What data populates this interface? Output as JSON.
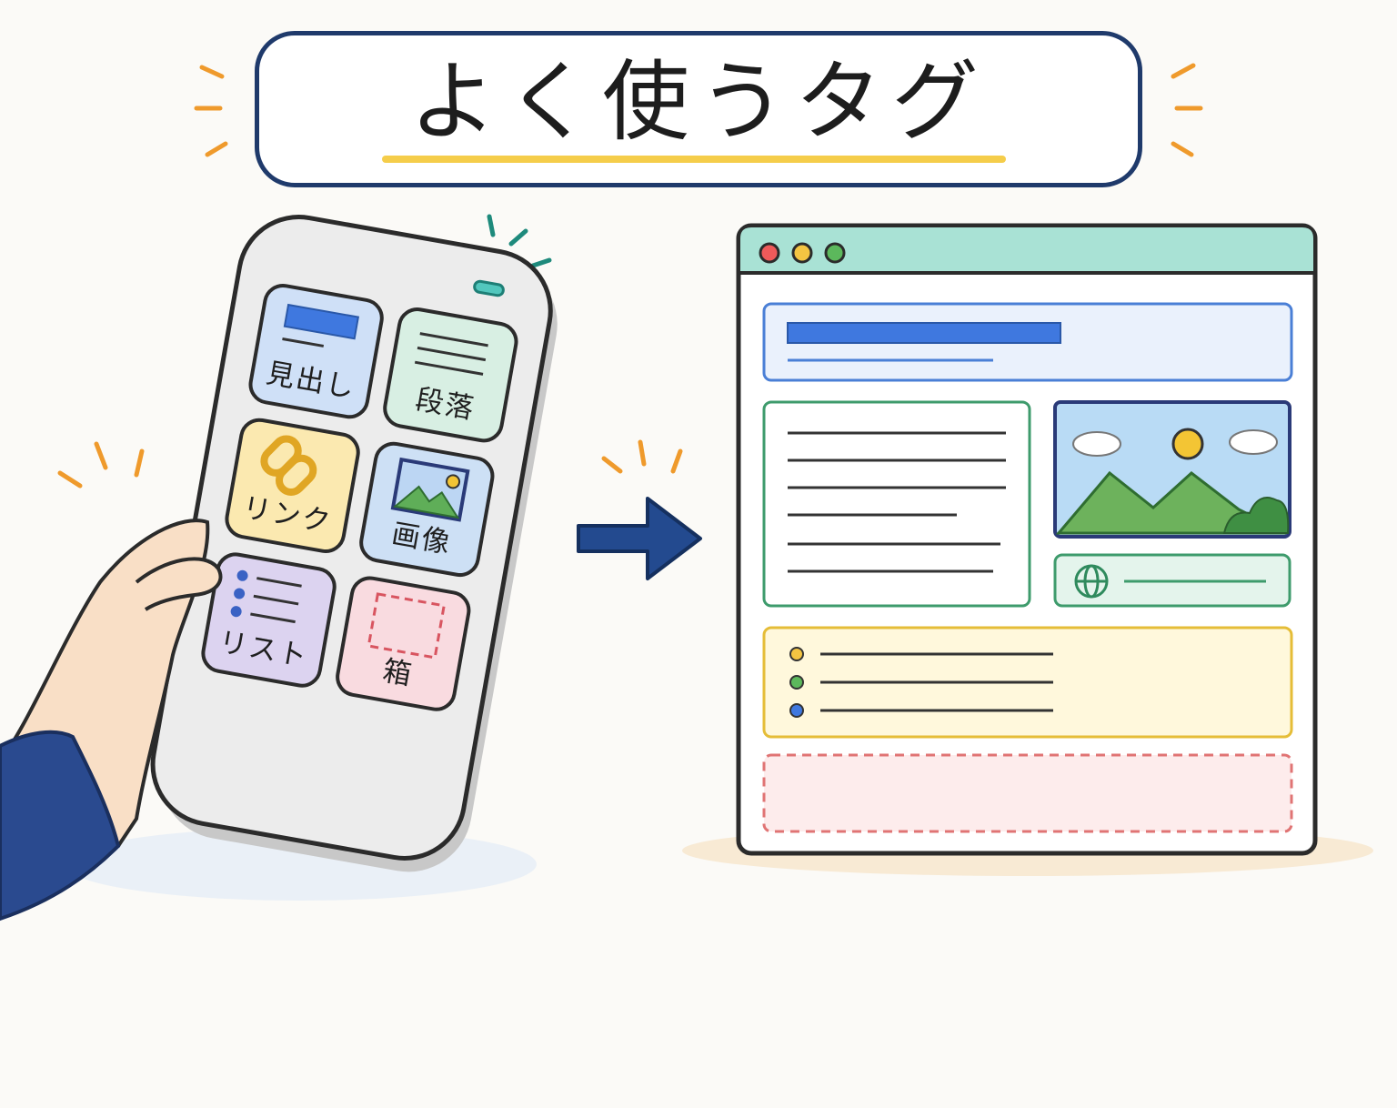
{
  "title": "よく使うタグ",
  "phone": {
    "tiles": [
      {
        "label": "見出し",
        "icon": "heading-icon",
        "color": "#cfe0f7",
        "border": "#5b86c7"
      },
      {
        "label": "段落",
        "icon": "paragraph-icon",
        "color": "#d8efe3",
        "border": "#4ea47a"
      },
      {
        "label": "リンク",
        "icon": "chain-link-icon",
        "color": "#fbe9b0",
        "border": "#e1b43a"
      },
      {
        "label": "画像",
        "icon": "image-icon",
        "color": "#cde0f5",
        "border": "#4f82c4"
      },
      {
        "label": "リスト",
        "icon": "list-icon",
        "color": "#dcd3f0",
        "border": "#7d6cbf"
      },
      {
        "label": "箱",
        "icon": "box-icon",
        "color": "#f9dbe0",
        "border": "#de6a72"
      }
    ]
  },
  "colors": {
    "navy": "#1f3a6b",
    "accent_yellow": "#f5cd4a",
    "spark_orange": "#ef9a2c",
    "spark_teal": "#1e8a7c",
    "browser_header": "#a9e2d5",
    "heading_bar": "#3f78df",
    "text_green": "#3e9b6c",
    "list_yellow": "#e5bd37",
    "box_red": "#e07474"
  }
}
